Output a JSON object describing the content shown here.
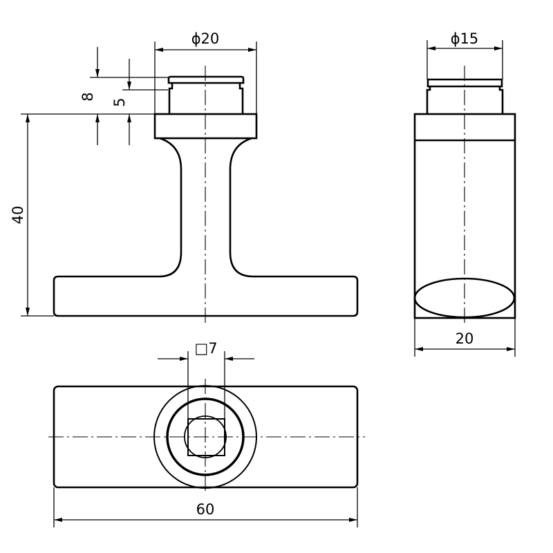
{
  "dimensions": {
    "front_top_diameter": "ϕ20",
    "front_total_height_to_lip": "8",
    "front_neck_height": "5",
    "front_body_height": "40",
    "side_top_diameter": "ϕ15",
    "side_width": "20",
    "bottom_square": "□7",
    "bottom_length": "60"
  },
  "colors": {
    "line": "#000000",
    "background": "#ffffff"
  }
}
